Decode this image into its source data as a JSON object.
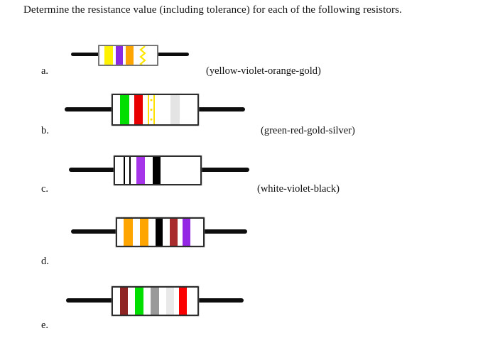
{
  "title": "Determine the resistance value (including tolerance) for each of the following resistors.",
  "items": [
    {
      "label": "a.",
      "caption": "(yellow-violet-orange-gold)",
      "bands": [
        {
          "name": "yellow",
          "hex": "#FFF200",
          "style": "solid"
        },
        {
          "name": "violet",
          "hex": "#8A2BE2",
          "style": "solid"
        },
        {
          "name": "orange",
          "hex": "#FFA500",
          "style": "solid"
        },
        {
          "name": "gold",
          "hex": "#FFE600",
          "style": "zigzag"
        }
      ]
    },
    {
      "label": "b.",
      "caption": "(green-red-gold-silver)",
      "bands": [
        {
          "name": "green",
          "hex": "#00DF00",
          "style": "solid"
        },
        {
          "name": "red",
          "hex": "#E80000",
          "style": "solid"
        },
        {
          "name": "gold",
          "hex": "#FFE000",
          "style": "rails"
        },
        {
          "name": "silver",
          "hex": "#E4E4E4",
          "style": "solid"
        }
      ]
    },
    {
      "label": "c.",
      "caption": "(white-violet-black)",
      "bands": [
        {
          "name": "white",
          "hex": "#FFFFFF",
          "style": "outlined"
        },
        {
          "name": "violet",
          "hex": "#A635EA",
          "style": "solid"
        },
        {
          "name": "black",
          "hex": "#000000",
          "style": "solid"
        }
      ]
    },
    {
      "label": "d.",
      "caption": "",
      "bands": [
        {
          "name": "orange",
          "hex": "#FFA500",
          "style": "solid"
        },
        {
          "name": "orange",
          "hex": "#FFA500",
          "style": "solid"
        },
        {
          "name": "black",
          "hex": "#000000",
          "style": "solid"
        },
        {
          "name": "brown",
          "hex": "#A82C2C",
          "style": "solid"
        },
        {
          "name": "violet",
          "hex": "#9327E3",
          "style": "solid"
        }
      ]
    },
    {
      "label": "e.",
      "caption": "",
      "bands": [
        {
          "name": "brown",
          "hex": "#8E2424",
          "style": "solid"
        },
        {
          "name": "green",
          "hex": "#00DF00",
          "style": "solid"
        },
        {
          "name": "gray",
          "hex": "#9A9A9A",
          "style": "solid"
        },
        {
          "name": "silver",
          "hex": "#E9E9E9",
          "style": "solid"
        },
        {
          "name": "red",
          "hex": "#FA0000",
          "style": "solid"
        }
      ]
    }
  ]
}
